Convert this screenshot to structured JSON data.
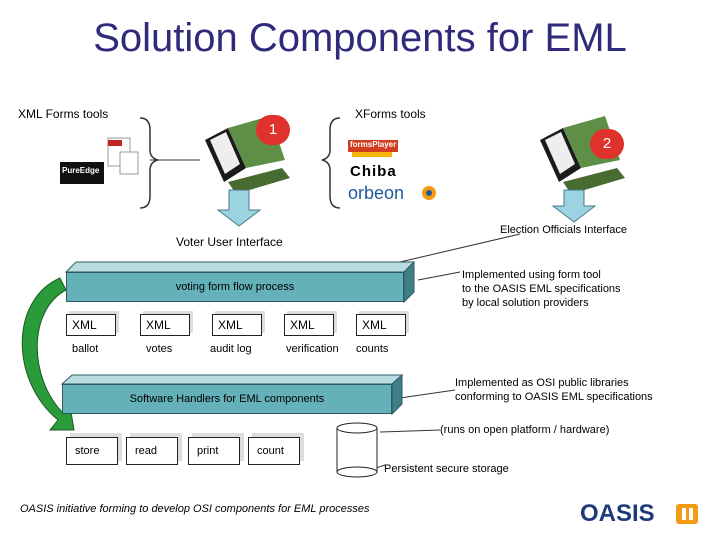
{
  "title": "Solution Components for EML",
  "labels": {
    "xml_forms_tools": "XML Forms tools",
    "xforms_tools": "XForms tools",
    "voter_ui": "Voter User Interface",
    "officials_ui": "Election Officials Interface",
    "implemented_form_tool": [
      "Implemented using form tool",
      "to the OASIS EML specifications",
      "by local solution providers"
    ],
    "implemented_osi": [
      "Implemented as OSI public libraries",
      "conforming to OASIS EML specifications"
    ],
    "runs_on": "(runs on open platform / hardware)",
    "persistent": "Persistent secure storage",
    "footer": "OASIS initiative forming to develop OSI components for EML processes"
  },
  "markers": {
    "one": "1",
    "two": "2"
  },
  "logos": {
    "pureedge": "PureEdge",
    "formsplayer": "formsPlayer",
    "chiba": "Chiba",
    "orbeon": "orbeon",
    "oasis": "OASIS"
  },
  "flow_bar": "voting form flow process",
  "handlers_bar": "Software Handlers for EML components",
  "xml_items": [
    {
      "tag": "XML",
      "label": "ballot"
    },
    {
      "tag": "XML",
      "label": "votes"
    },
    {
      "tag": "XML",
      "label": "audit log"
    },
    {
      "tag": "XML",
      "label": "verification"
    },
    {
      "tag": "XML",
      "label": "counts"
    }
  ],
  "ops": [
    "store",
    "read",
    "print",
    "count"
  ],
  "colors": {
    "title": "#2f2a7a",
    "bar": "#64b1b9",
    "marker": "#e0322d",
    "arrow_green": "#2a9b3a",
    "oasis": "#1f3a7a"
  }
}
